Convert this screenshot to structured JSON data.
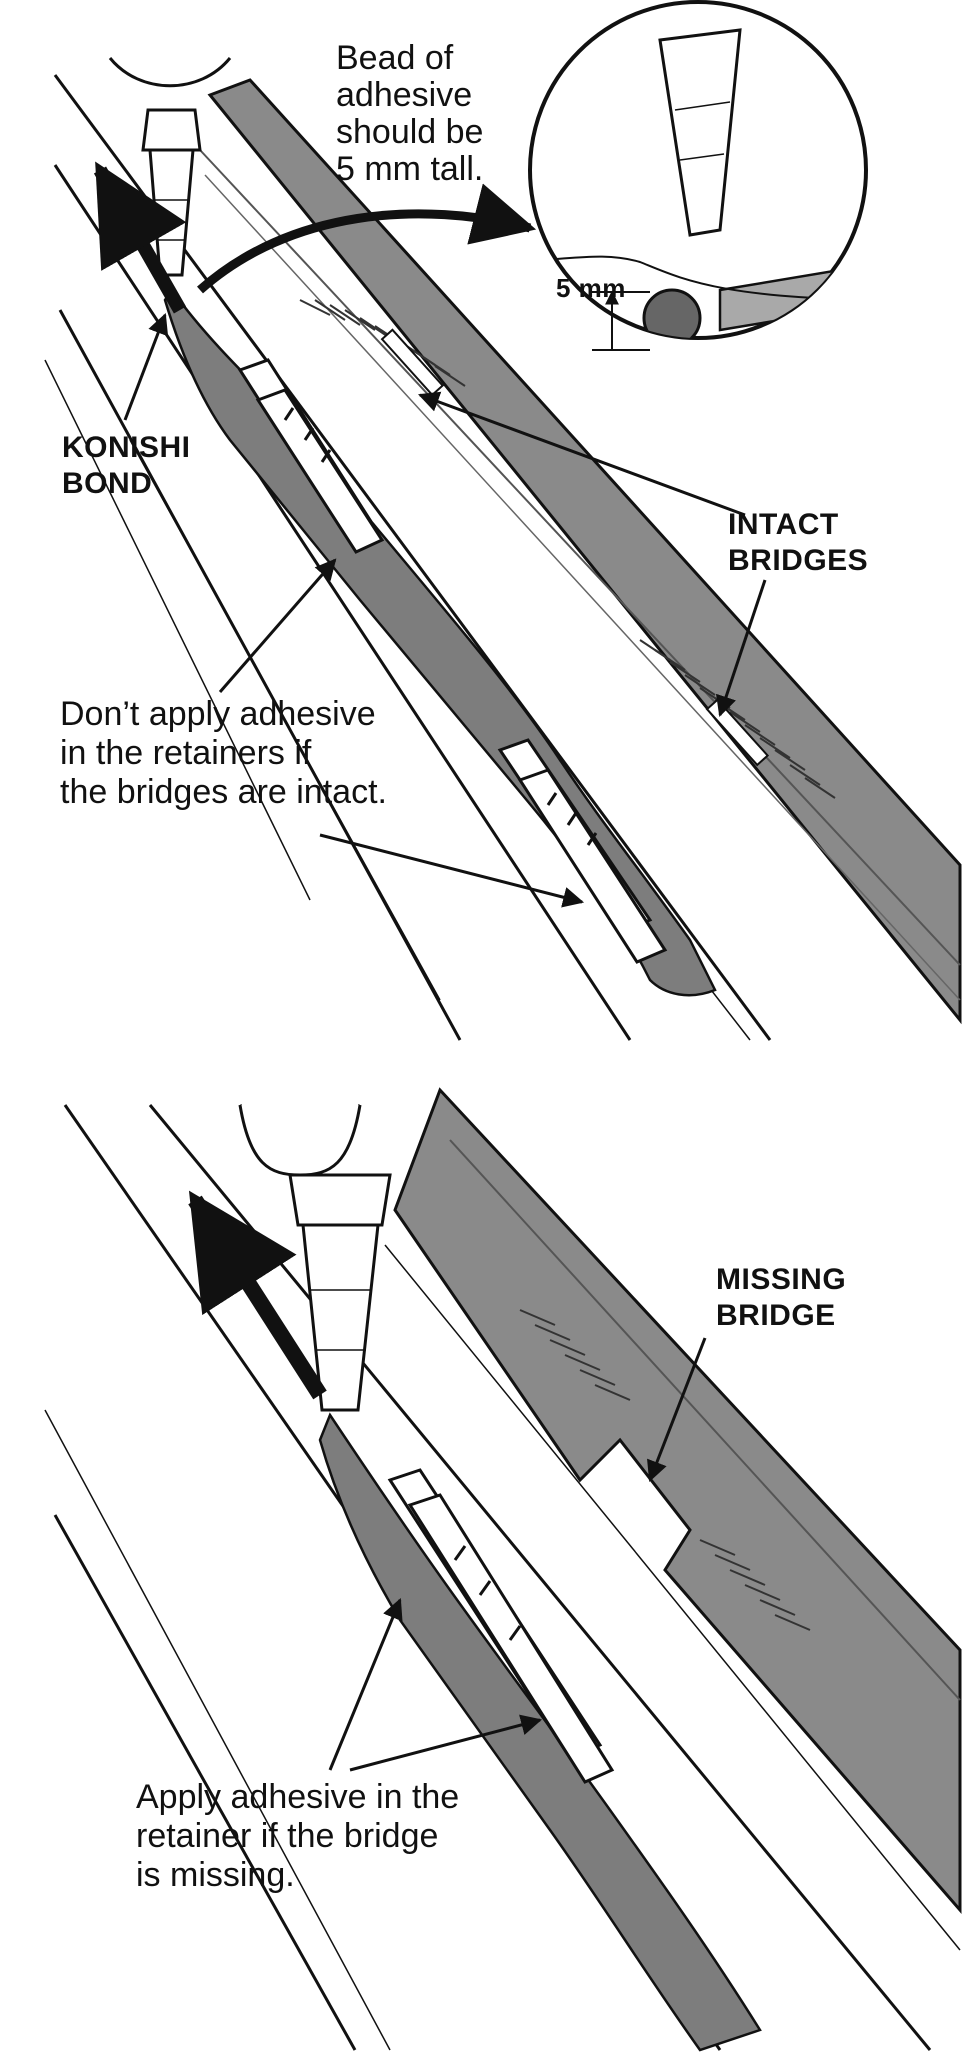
{
  "top_panel": {
    "callout_text": [
      "Bead of",
      "adhesive",
      "should be",
      "5 mm tall."
    ],
    "dimension_label": "5 mm",
    "konishi_label": [
      "KONISHI",
      "BOND"
    ],
    "intact_label": [
      "INTACT",
      "BRIDGES"
    ],
    "dont_apply_text": [
      "Don’t apply adhesive",
      "in the retainers if",
      "the bridges are intact."
    ]
  },
  "bottom_panel": {
    "missing_label": [
      "MISSING",
      "BRIDGE"
    ],
    "apply_text": [
      "Apply adhesive in the",
      "retainer if the bridge",
      "is missing."
    ]
  },
  "colors": {
    "ink": "#111111",
    "molding_gray": "#8a8a8a",
    "adhesive_gray": "#7d7d7d",
    "inset_gray": "#a9a9a9"
  }
}
